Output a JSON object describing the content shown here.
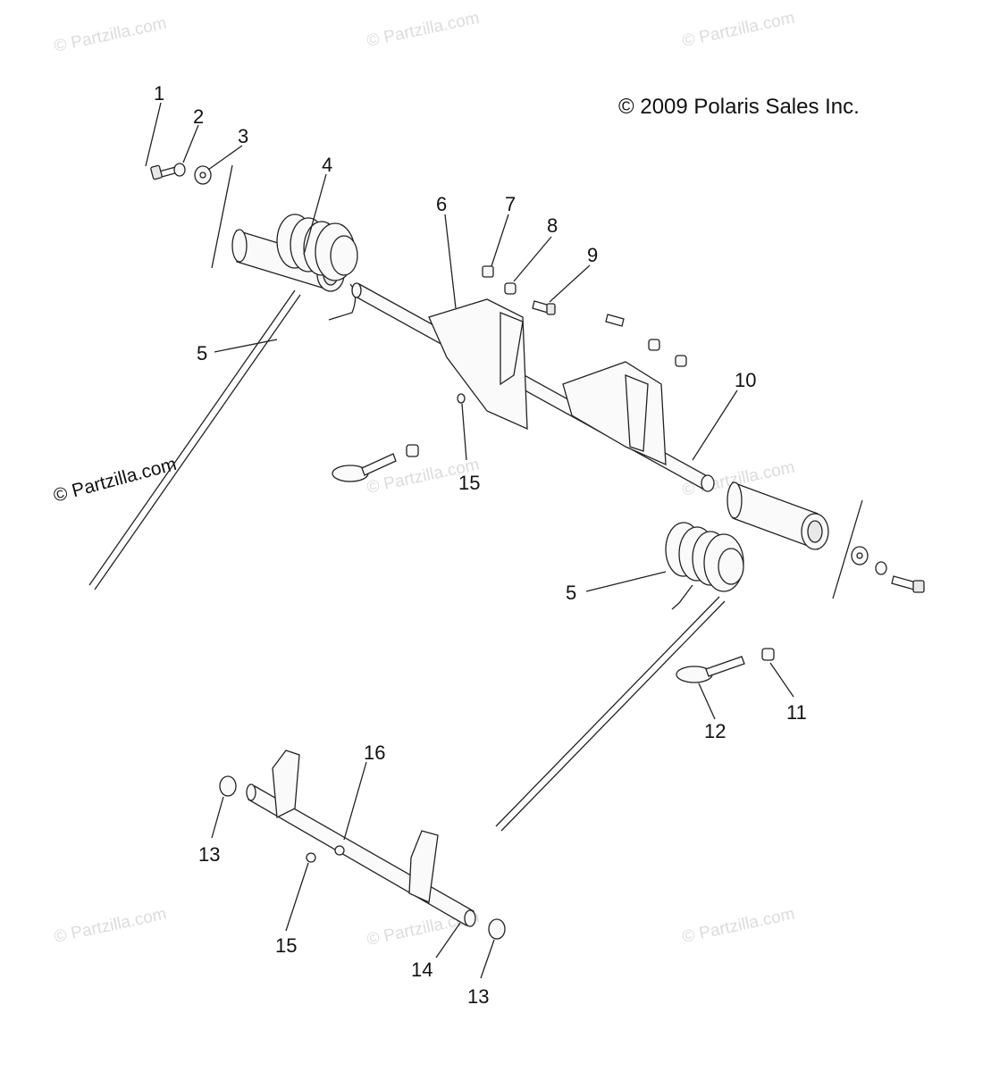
{
  "copyright": "© 2009 Polaris Sales Inc.",
  "watermark": "© Partzilla.com",
  "callouts": [
    "1",
    "2",
    "3",
    "4",
    "5",
    "5",
    "6",
    "7",
    "8",
    "9",
    "10",
    "11",
    "12",
    "13",
    "13",
    "14",
    "15",
    "15",
    "16"
  ]
}
